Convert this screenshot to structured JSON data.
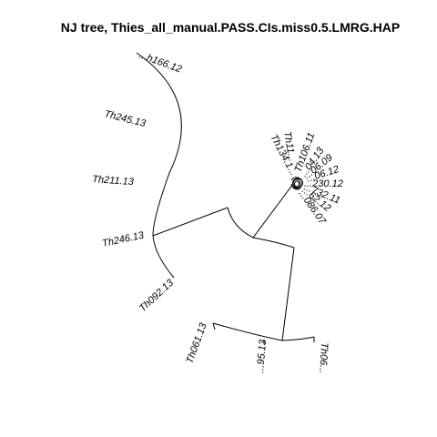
{
  "title": "NJ tree,  Thies_all_manual.PASS.CIs.miss0.5.LMRG.HAP",
  "tips": {
    "left_clade": [
      "...h166.12",
      "Th245.13",
      "Th211.13",
      "Th246.13",
      "Th092.13"
    ],
    "bottom_clade": [
      "Th061.13",
      "...95.13",
      "Th06..."
    ],
    "right_cluster": [
      "Th134.1...",
      "Th11...",
      "Th106.11",
      "...04.13",
      "...06.09",
      "...06.12",
      "...230.12",
      "...732.11",
      "...62.12",
      "...086.07"
    ]
  },
  "colors": {
    "ink": "#000000",
    "background": "#ffffff"
  }
}
